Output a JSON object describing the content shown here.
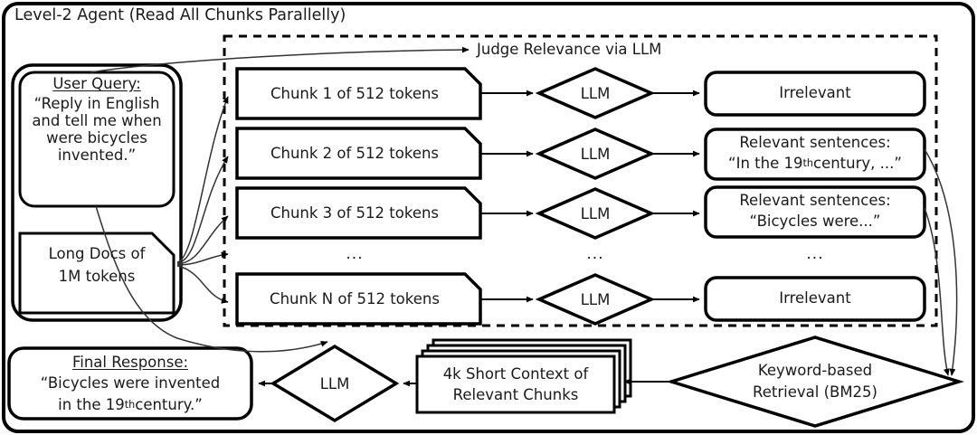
{
  "diagram": {
    "title": "Level-2 Agent (Read All Chunks Parallelly)",
    "phase_label": "Judge Relevance via LLM",
    "ellipsis": "...",
    "left_panel": {
      "user_query": {
        "heading": "User Query:",
        "body": "“Reply in English and tell me when were bicycles invented.”"
      },
      "docs": {
        "line1": "Long Docs of",
        "line2": "1M tokens"
      }
    },
    "chunks": [
      {
        "label": "Chunk 1 of 512 tokens"
      },
      {
        "label": "Chunk 2 of 512 tokens"
      },
      {
        "label": "Chunk 3 of 512 tokens"
      },
      {
        "label": "Chunk N of 512 tokens"
      }
    ],
    "judges": [
      {
        "label": "LLM"
      },
      {
        "label": "LLM"
      },
      {
        "label": "LLM"
      },
      {
        "label": "LLM"
      }
    ],
    "verdicts": [
      {
        "line1": "Irrelevant",
        "line2": ""
      },
      {
        "line1": "Relevant sentences:",
        "line2": "“In the 19th century, ...”",
        "line2_pre": "“In the 19",
        "line2_sup": "th",
        "line2_post": " century, ...”"
      },
      {
        "line1": "Relevant sentences:",
        "line2": "“Bicycles were...”"
      },
      {
        "line1": "Irrelevant",
        "line2": ""
      }
    ],
    "retrieval": {
      "line1": "Keyword-based",
      "line2": "Retrieval (BM25)"
    },
    "short_context": {
      "line1": "4k Short Context of",
      "line2": "Relevant Chunks"
    },
    "final_llm": {
      "label": "LLM"
    },
    "final_response": {
      "heading": "Final Response:",
      "line1": "“Bicycles were invented",
      "line2_pre": "in the 19",
      "line2_sup": "th",
      "line2_post": " century.”"
    },
    "colors": {
      "stroke": "#000000",
      "text": "#1a1a1a",
      "background": "#ffffff",
      "thin_stroke": "#333333"
    }
  }
}
